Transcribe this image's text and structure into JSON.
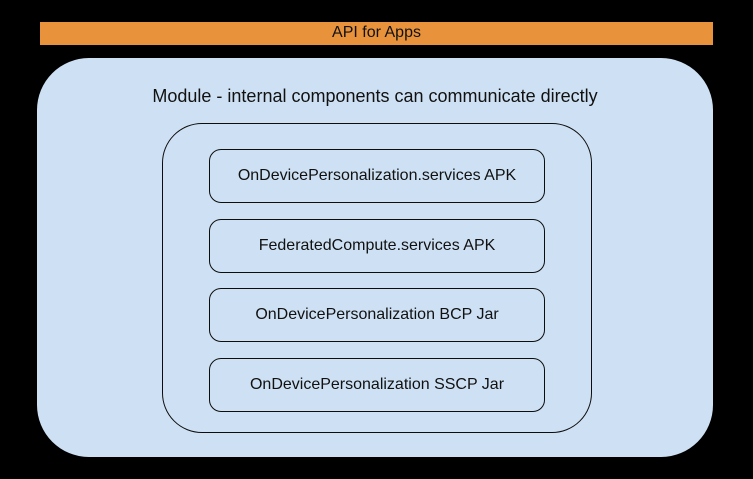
{
  "colors": {
    "background": "#000000",
    "banner_fill": "#E8923C",
    "module_fill": "#CEE1F4",
    "stroke": "#0d0d0d",
    "text": "#111111"
  },
  "banner": {
    "label": "API for Apps"
  },
  "module": {
    "title": "Module - internal components can communicate directly",
    "components": [
      {
        "label": "OnDevicePersonalization.services APK"
      },
      {
        "label": "FederatedCompute.services APK"
      },
      {
        "label": "OnDevicePersonalization BCP Jar"
      },
      {
        "label": "OnDevicePersonalization SSCP Jar"
      }
    ]
  }
}
